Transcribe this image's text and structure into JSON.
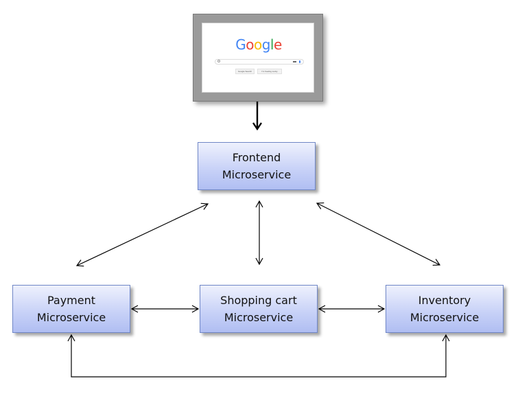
{
  "browser": {
    "logo_letters": [
      {
        "char": "G",
        "color": "#4285F4"
      },
      {
        "char": "o",
        "color": "#EA4335"
      },
      {
        "char": "o",
        "color": "#FBBC05"
      },
      {
        "char": "g",
        "color": "#4285F4"
      },
      {
        "char": "l",
        "color": "#34A853"
      },
      {
        "char": "e",
        "color": "#EA4335"
      }
    ],
    "search_button_label": "Google Search",
    "lucky_button_label": "I'm Feeling Lucky"
  },
  "nodes": {
    "frontend": {
      "line1": "Frontend",
      "line2": "Microservice"
    },
    "payment": {
      "line1": "Payment",
      "line2": "Microservice"
    },
    "cart": {
      "line1": "Shopping cart",
      "line2": "Microservice"
    },
    "inventory": {
      "line1": "Inventory",
      "line2": "Microservice"
    }
  },
  "edges": [
    {
      "from": "browser",
      "to": "frontend",
      "direction": "one-way"
    },
    {
      "from": "frontend",
      "to": "payment",
      "direction": "two-way"
    },
    {
      "from": "frontend",
      "to": "cart",
      "direction": "two-way"
    },
    {
      "from": "frontend",
      "to": "inventory",
      "direction": "two-way"
    },
    {
      "from": "payment",
      "to": "cart",
      "direction": "two-way"
    },
    {
      "from": "cart",
      "to": "inventory",
      "direction": "two-way"
    },
    {
      "from": "inventory",
      "to": "payment",
      "direction": "two-way"
    }
  ],
  "colors": {
    "node_fill_top": "#eef1fd",
    "node_fill_bottom": "#b0bef2",
    "node_border": "#6f86c6",
    "arrow": "#000000"
  }
}
